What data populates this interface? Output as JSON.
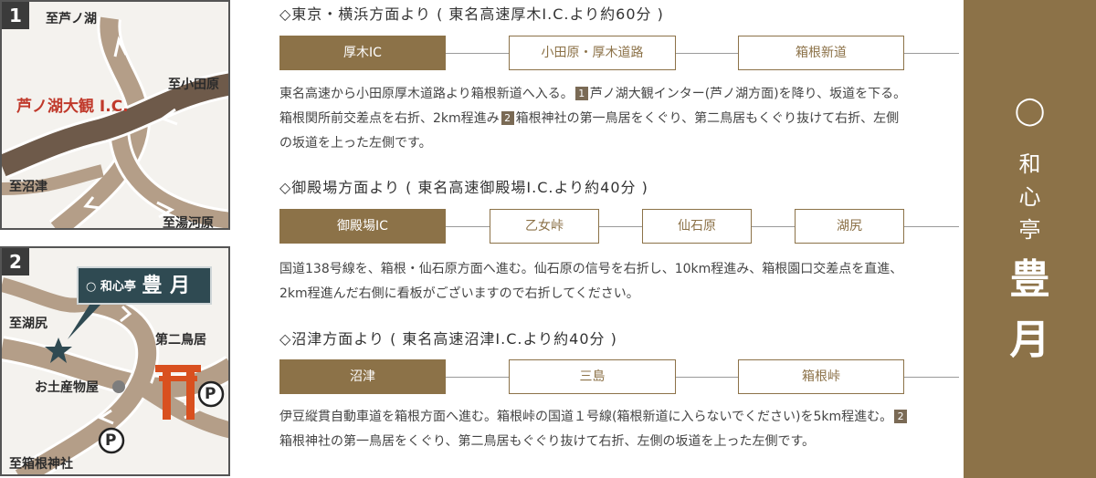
{
  "map1": {
    "number": "1",
    "labels": {
      "to_ashinoko": "至芦ノ湖",
      "to_odawara": "至小田原",
      "to_numazu": "至沼津",
      "to_yugawara": "至湯河原"
    },
    "ic_label": "芦ノ湖大観 I.C."
  },
  "map2": {
    "number": "2",
    "sign_circle": "○",
    "sign_small": "和心亭",
    "sign_big1": "豊",
    "sign_big2": "月",
    "labels": {
      "to_kojiri": "至湖尻",
      "torii2": "第二鳥居",
      "souvenir": "お土産物屋",
      "to_hakone_shrine": "至箱根神社"
    },
    "parking": "P"
  },
  "routes": [
    {
      "heading": "◇東京・横浜方面より ( 東名高速厚木I.C.より約60分 )",
      "steps": [
        "厚木IC",
        "小田原・厚木道路",
        "箱根新道"
      ],
      "desc": [
        {
          "t": "東名高速から小田原厚木道路より箱根新道へ入る。"
        },
        {
          "n": "1"
        },
        {
          "t": "芦ノ湖大観インター(芦ノ湖方面)を降り、坂道を下る。箱根関所前交差点を右折、2km程進み"
        },
        {
          "n": "2"
        },
        {
          "t": "箱根神社の第一鳥居をくぐり、第二鳥居もくぐり抜けて右折、左側の坂道を上った左側です。"
        }
      ]
    },
    {
      "heading": "◇御殿場方面より ( 東名高速御殿場I.C.より約40分 )",
      "steps": [
        "御殿場IC",
        "乙女峠",
        "仙石原",
        "湖尻"
      ],
      "desc": [
        {
          "t": "国道138号線を、箱根・仙石原方面へ進む。仙石原の信号を右折し、10km程進み、箱根園口交差点を直進、2km程進んだ右側に看板がございますので右折してください。"
        }
      ]
    },
    {
      "heading": "◇沼津方面より ( 東名高速沼津I.C.より約40分 )",
      "steps": [
        "沼津",
        "三島",
        "箱根峠"
      ],
      "desc": [
        {
          "t": "伊豆縦貫自動車道を箱根方面へ進む。箱根峠の国道１号線(箱根新道に入らないでください)を5km程進む。"
        },
        {
          "n": "2"
        },
        {
          "t": "箱根神社の第一鳥居をくぐり、第二鳥居もぐぐり抜けて右折、左側の坂道を上った左側です。"
        }
      ]
    }
  ],
  "brand": {
    "circle": "◯",
    "small": [
      "和",
      "心",
      "亭"
    ],
    "big": [
      "豊",
      "月"
    ]
  },
  "colors": {
    "accent": "#8c7248",
    "map_road": "#a8907a",
    "map_road_main": "#6e5a4a",
    "ic_red": "#c0392b",
    "torii": "#d9501f",
    "star": "#2f4a52"
  }
}
